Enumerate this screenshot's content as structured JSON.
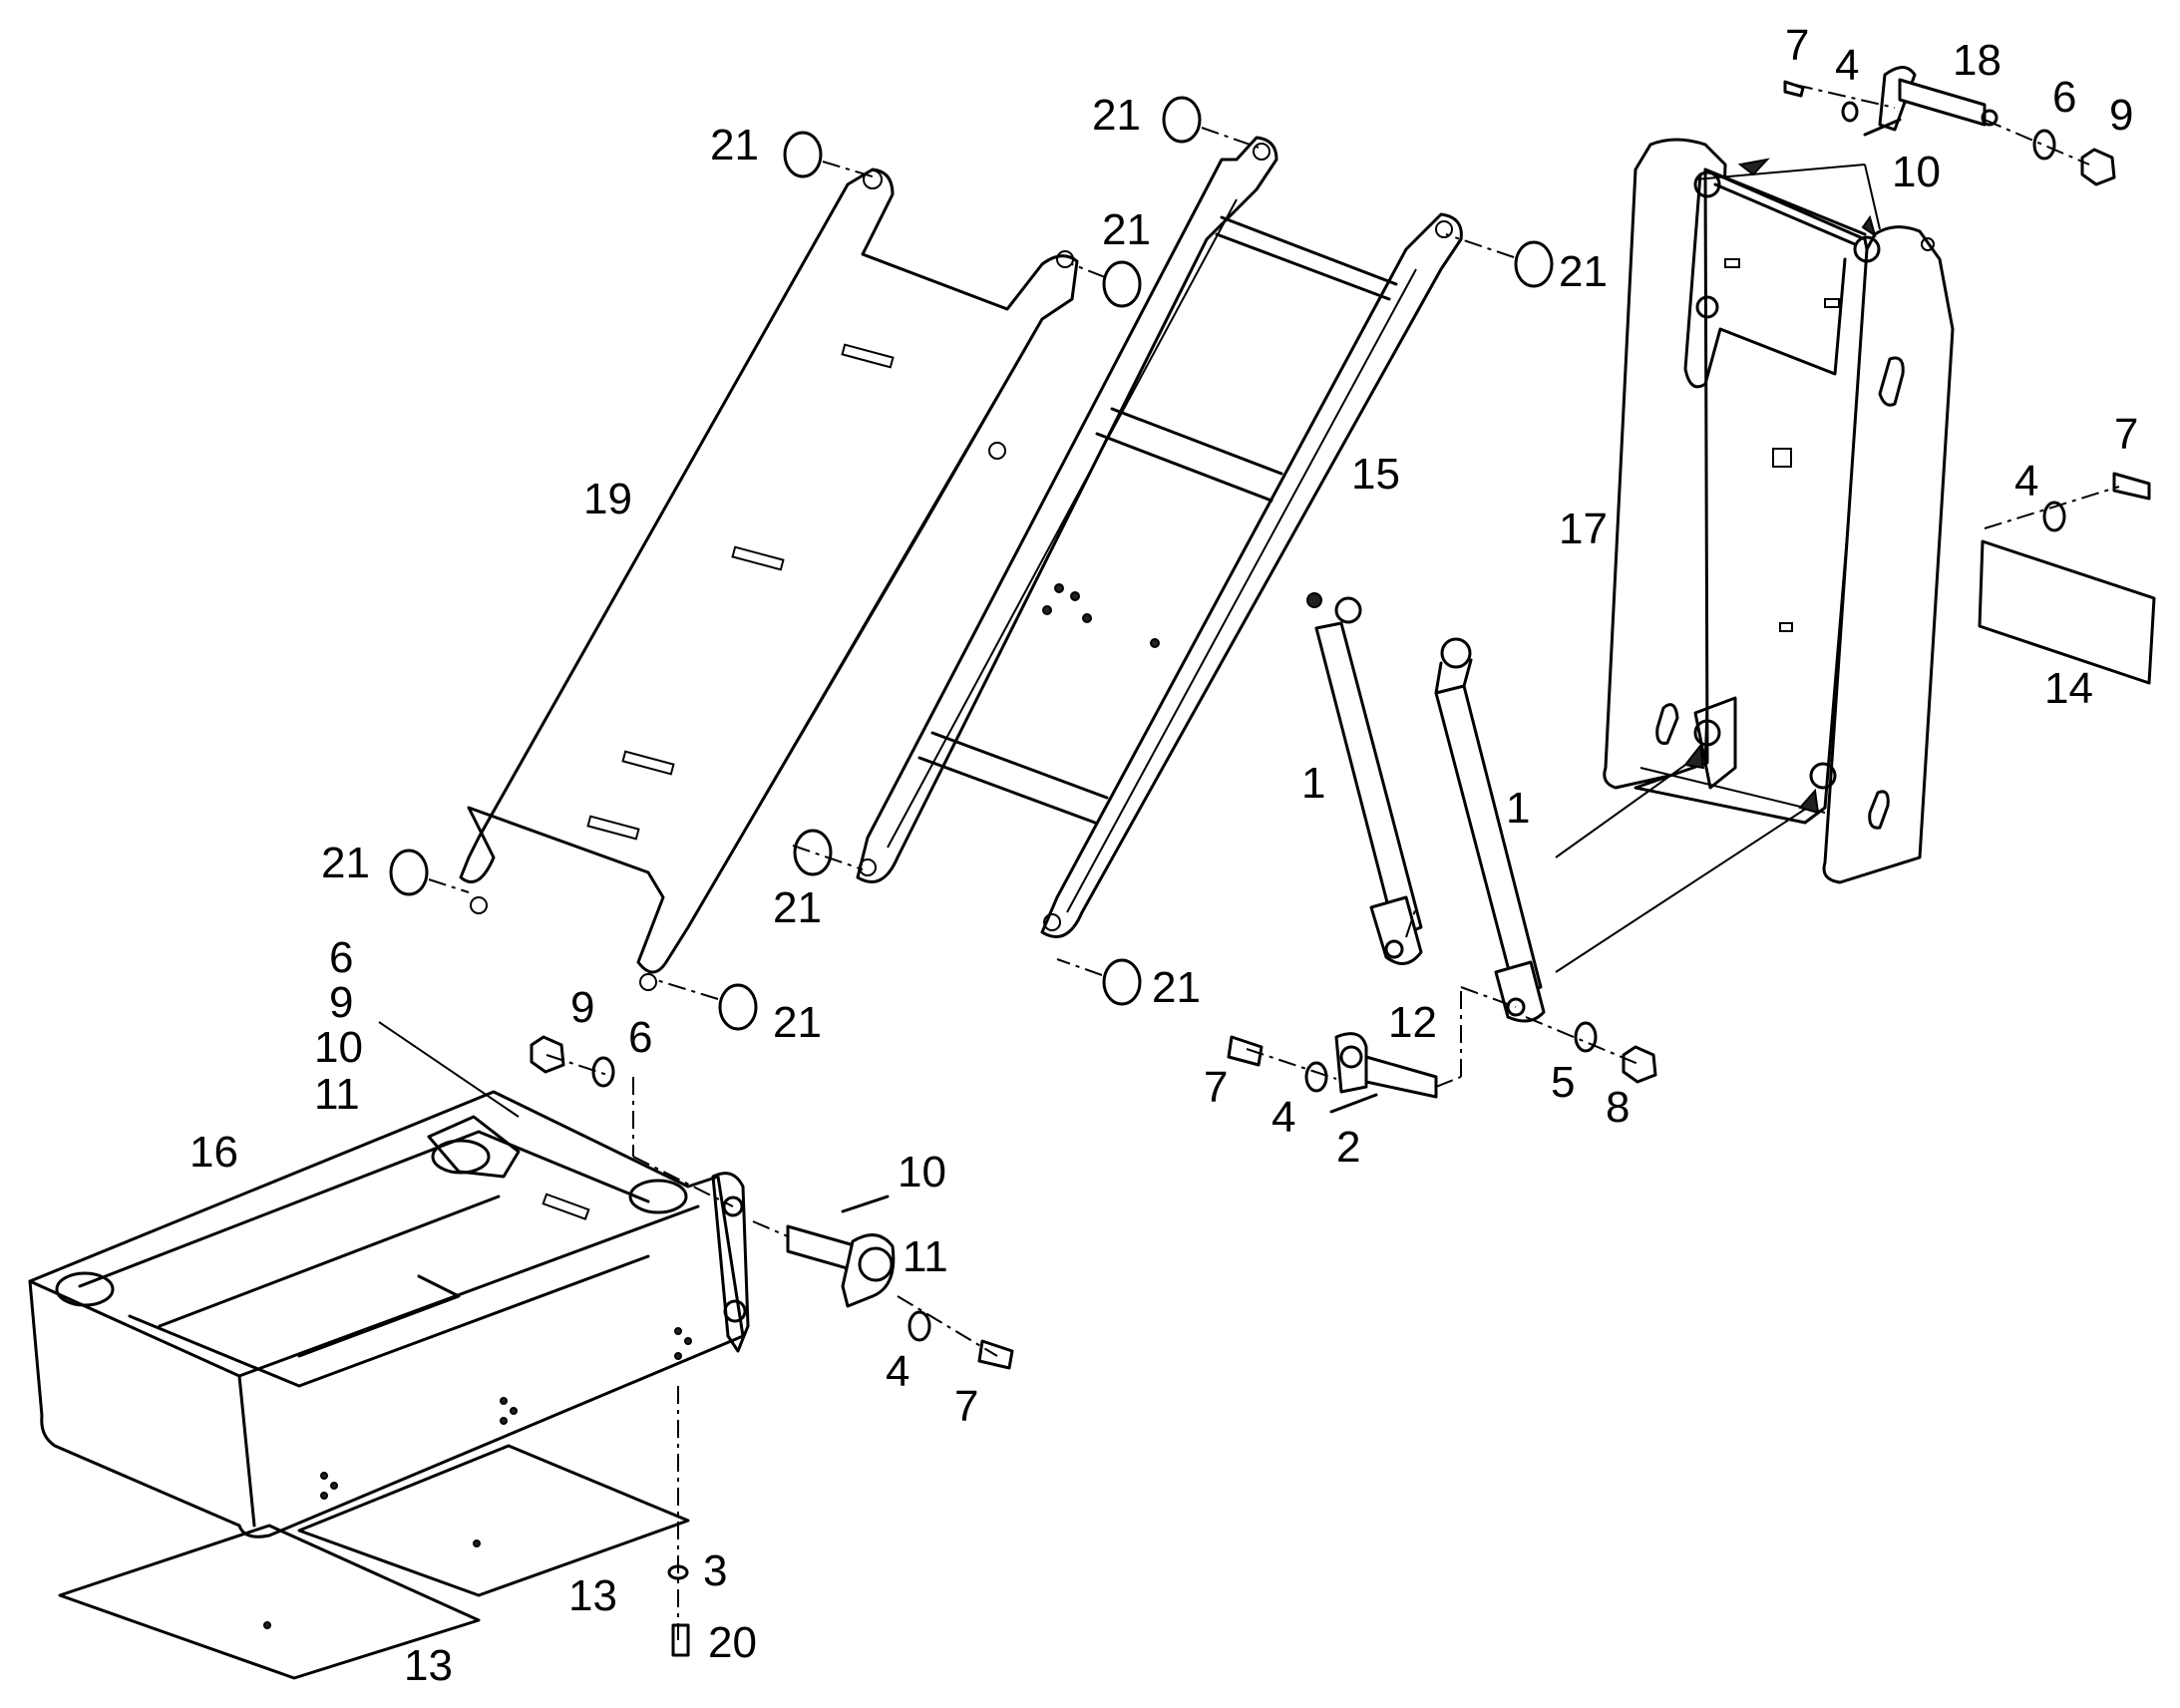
{
  "callouts": {
    "c7_top": "7",
    "c4_top": "4",
    "c18": "18",
    "c6_top": "6",
    "c9_top": "9",
    "c10_top": "10",
    "c21_a": "21",
    "c21_b": "21",
    "c21_c": "21",
    "c21_d": "21",
    "c21_e": "21",
    "c21_f": "21",
    "c21_g": "21",
    "c21_h": "21",
    "c19": "19",
    "c15": "15",
    "c17": "17",
    "c7_right": "7",
    "c4_right": "4",
    "c14": "14",
    "c1_left": "1",
    "c1_right": "1",
    "c6_left": "6",
    "c9_left": "9",
    "c10_left": "10",
    "c11_left": "11",
    "c9_mid": "9",
    "c6_mid": "6",
    "c16": "16",
    "c10_mid": "10",
    "c11_mid": "11",
    "c4_mid": "4",
    "c7_mid": "7",
    "c7_cyl": "7",
    "c4_cyl": "4",
    "c2": "2",
    "c12": "12",
    "c5": "5",
    "c8": "8",
    "c3": "3",
    "c20": "20",
    "c13_a": "13",
    "c13_b": "13"
  }
}
